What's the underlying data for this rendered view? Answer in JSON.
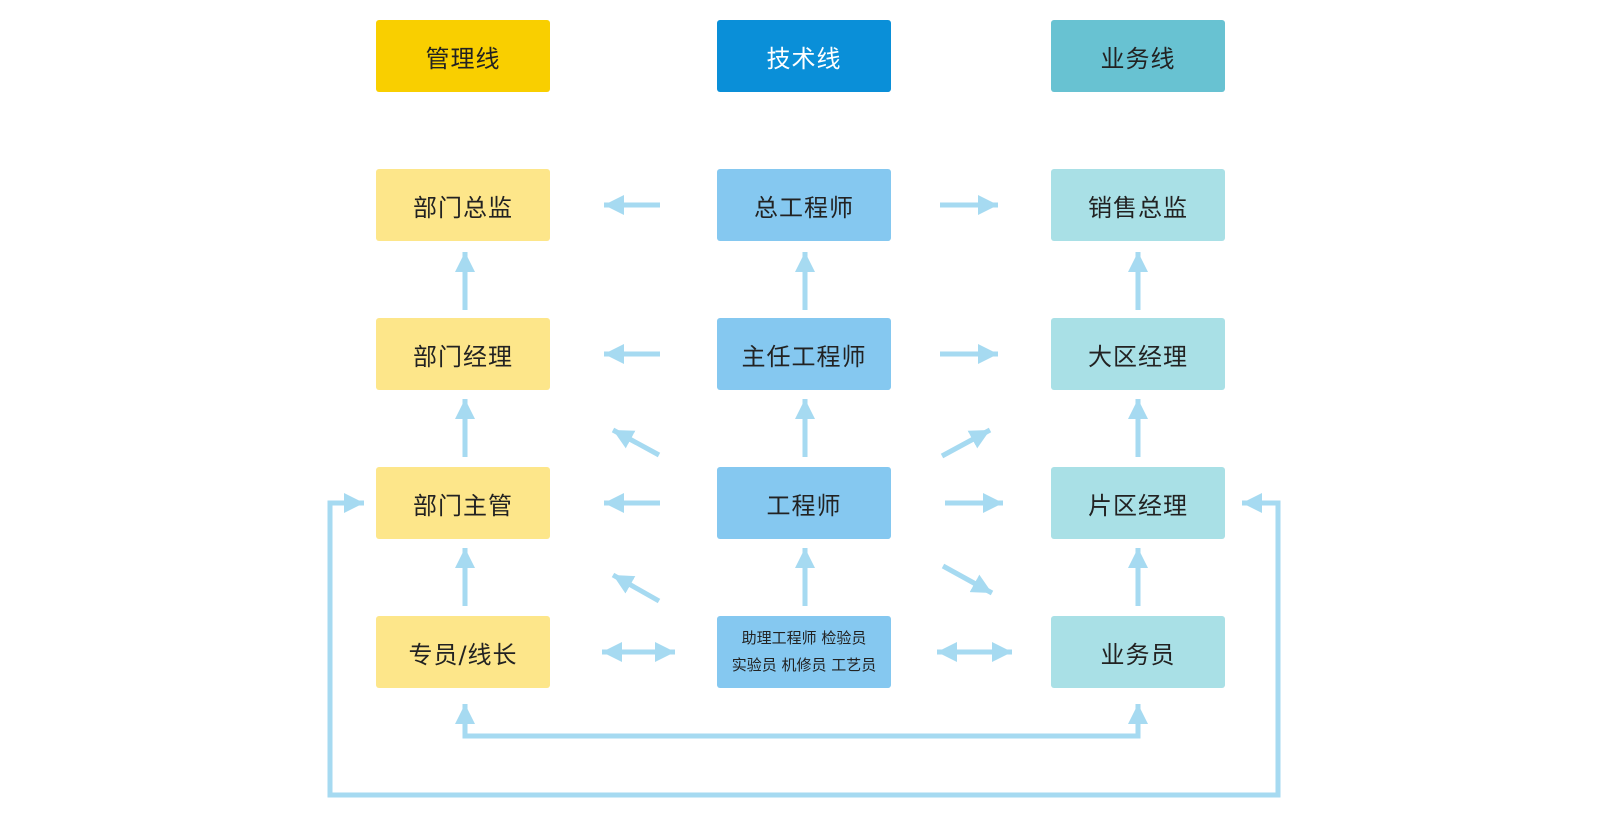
{
  "headers": {
    "management": "管理线",
    "technical": "技术线",
    "business": "业务线"
  },
  "management": {
    "director": "部门总监",
    "manager": "部门经理",
    "supervisor": "部门主管",
    "specialist": "专员/线长"
  },
  "technical": {
    "chief_engineer": "总工程师",
    "senior_engineer": "主任工程师",
    "engineer": "工程师",
    "staff_line1": "助理工程师  检验员",
    "staff_line2": "实验员  机修员  工艺员"
  },
  "business": {
    "sales_director": "销售总监",
    "regional_manager": "大区经理",
    "area_manager": "片区经理",
    "salesperson": "业务员"
  },
  "colors": {
    "header_management": "#f9cf00",
    "header_technical": "#0a8fd8",
    "header_business": "#68c2d2",
    "box_management": "#fde68a",
    "box_technical": "#85c8f0",
    "box_business": "#a9e0e6",
    "arrow": "#a6daf1"
  }
}
